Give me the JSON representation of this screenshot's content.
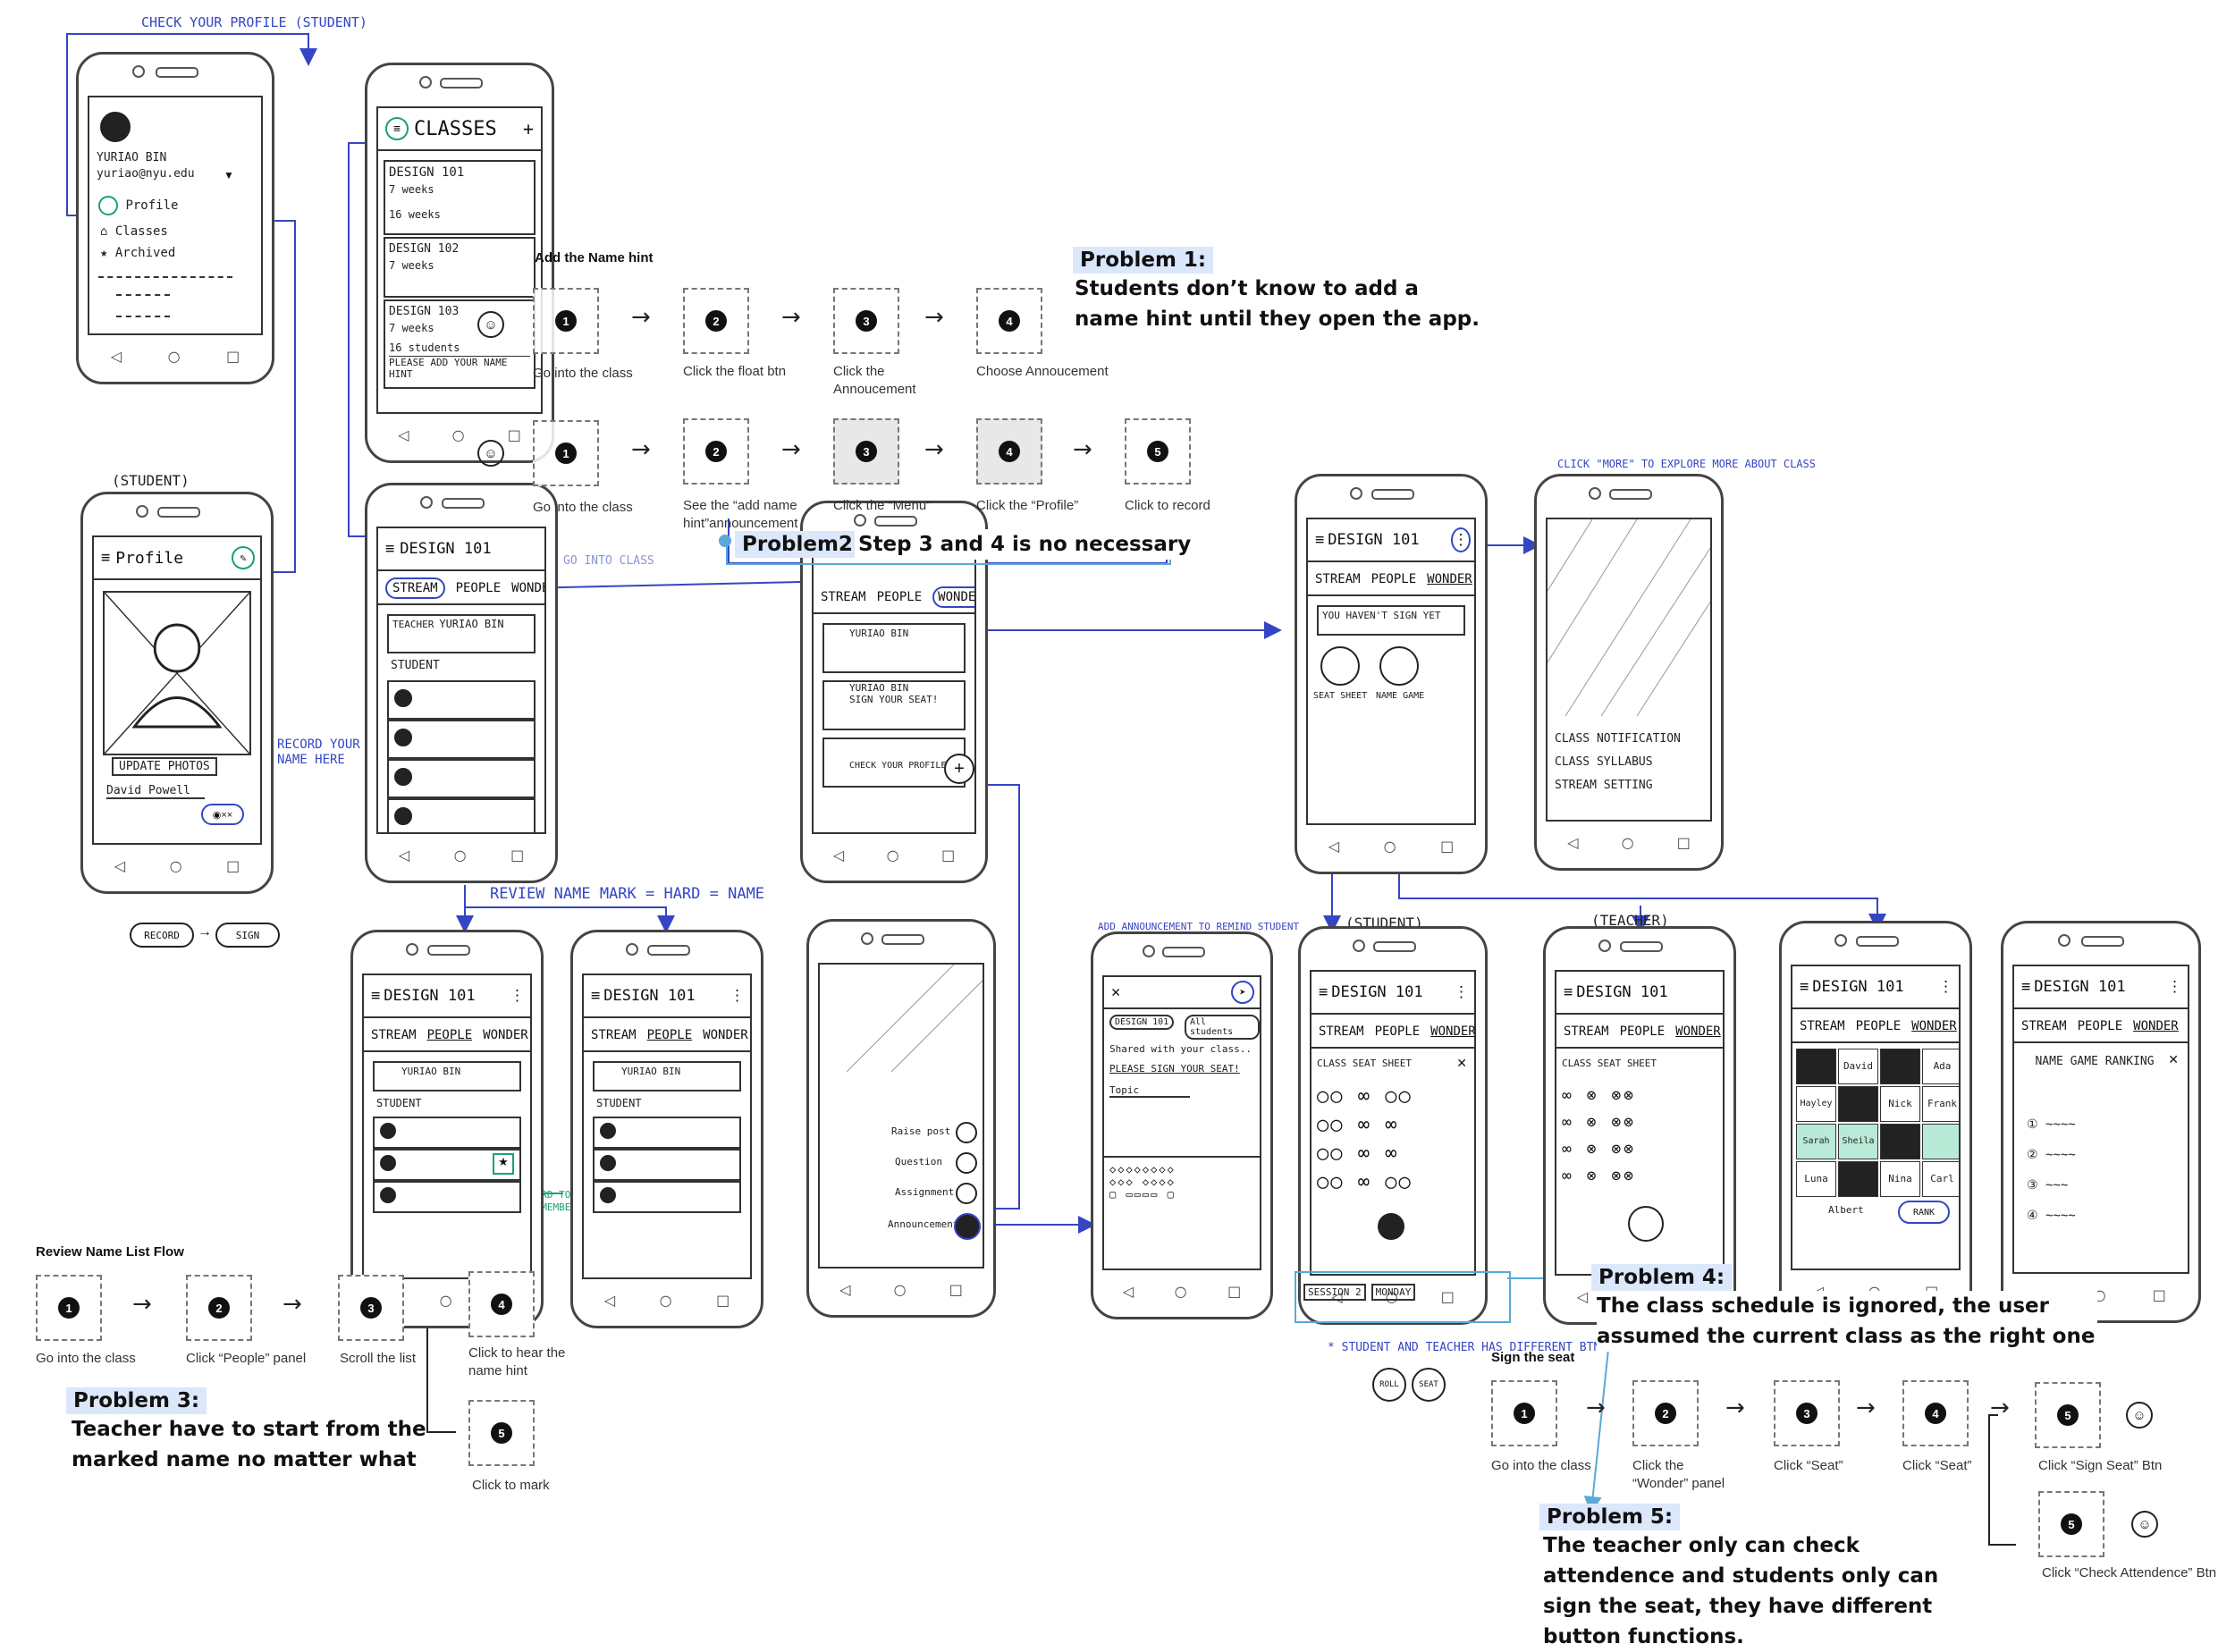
{
  "annotations": {
    "check_profile": "CHECK YOUR PROFILE (STUDENT)",
    "student_label": "(STUDENT)",
    "teacher_label": "(TEACHER)",
    "student2_label": "(STUDENT)",
    "record_hint": "RECORD YOUR NAME HERE",
    "review_mark": "REVIEW NAME MARK = HARD = NAME",
    "click_more": "CLICK \"MORE\" TO EXPLORE MORE ABOUT CLASS",
    "add_announcement": "ADD ANNOUNCEMENT TO REMIND STUDENT",
    "student_teacher_note": "* STUDENT AND TEACHER HAS DIFFERENT BTN",
    "go_into_class": "GO INTO CLASS",
    "hard_note": "HARD TO REMEMBER TOP"
  },
  "sketch_text": {
    "drawer_user": "YURIAO BIN",
    "drawer_email": "yuriao@nyu.edu",
    "drawer_profile": "Profile",
    "drawer_classes": "Classes",
    "drawer_archived": "Archived",
    "classes_title": "CLASSES",
    "class1": "DESIGN 101",
    "class2": "DESIGN 102",
    "class3": "DESIGN 103",
    "weeks7": "7 weeks",
    "weeks16": "16 weeks",
    "students16": "16 students",
    "add_hint": "PLEASE ADD YOUR NAME HINT",
    "profile_title": "Profile",
    "update_photos": "UPDATE PHOTOS",
    "name_sample": "David Powell",
    "design101": "DESIGN 101",
    "stream": "STREAM",
    "people": "PEOPLE",
    "wonder": "WONDER",
    "teacher": "TEACHER",
    "student": "STUDENT",
    "yuriao": "YURIAO BIN",
    "sign_seat": "SIGN YOUR SEAT!",
    "check_profile_short": "CHECK YOUR PROFILE",
    "seat_sheet": "SEAT SHEET",
    "name_game": "NAME GAME",
    "not_signed": "YOU HAVEN'T SIGN YET",
    "class_notification": "CLASS NOTIFICATION",
    "class_syllabus": "CLASS SYLLABUS",
    "stream_setting": "STREAM SETTING",
    "class_seat_sheet": "CLASS SEAT SHEET",
    "name_game_ranking": "NAME GAME RANKING",
    "shared_with_class": "Shared with your class..",
    "please_sign": "PLEASE SIGN YOUR SEAT!",
    "topic": "Topic",
    "design101_chip": "DESIGN 101",
    "all_students": "All students",
    "raise_post": "Raise post",
    "question": "Question",
    "assignment": "Assignment",
    "announcement": "Announcement",
    "session2": "SESSION 2",
    "monday": "MONDAY",
    "record": "RECORD",
    "seat": "SEAT",
    "roll": "ROLL",
    "sign": "SIGN",
    "rank": "RANK",
    "seat_names": [
      "David",
      "Ada",
      "Hayley",
      "Nick",
      "Frank",
      "Sarah",
      "Sheila",
      "Luna",
      "Nina",
      "Carl",
      "Albert"
    ]
  },
  "flows": {
    "name_hint": {
      "title": "Add the  Name hint",
      "student_steps": [
        {
          "n": "1",
          "caption": "Go into the class"
        },
        {
          "n": "2",
          "caption": "Click the float btn"
        },
        {
          "n": "3",
          "caption": "Click the Annoucement"
        },
        {
          "n": "4",
          "caption": "Choose Annoucement"
        }
      ],
      "teacher_steps": [
        {
          "n": "1",
          "caption": "Go into the class"
        },
        {
          "n": "2",
          "caption": "See the “add name hint”announcement"
        },
        {
          "n": "3",
          "caption": "Click the “Menu”"
        },
        {
          "n": "4",
          "caption": "Click the “Profile”"
        },
        {
          "n": "5",
          "caption": "Click to record"
        }
      ]
    },
    "review": {
      "title": "Review Name List Flow",
      "steps": [
        {
          "n": "1",
          "caption": "Go into the class"
        },
        {
          "n": "2",
          "caption": "Click “People” panel"
        },
        {
          "n": "3",
          "caption": "Scroll the list"
        },
        {
          "n": "4",
          "caption": "Click to hear the name hint"
        },
        {
          "n": "5",
          "caption": "Click to mark"
        }
      ]
    },
    "sign_seat": {
      "title": "Sign the seat",
      "steps": [
        {
          "n": "1",
          "caption": "Go into the class"
        },
        {
          "n": "2",
          "caption": "Click the “Wonder” panel"
        },
        {
          "n": "3",
          "caption": "Click “Seat”"
        },
        {
          "n": "4",
          "caption": "Click “Seat”"
        },
        {
          "n": "5",
          "caption": "Click “Sign Seat” Btn"
        },
        {
          "n": "5",
          "caption": "Click “Check Attendence” Btn"
        }
      ]
    }
  },
  "problems": {
    "p1": {
      "title": "Problem 1:",
      "text": "Students don’t know to add a name hint until they open the app."
    },
    "p2": {
      "title": "Problem2:",
      "text": "Step 3 and 4 is no necessary"
    },
    "p3": {
      "title": "Problem 3:",
      "text": "Teacher have to start from the marked name no matter what"
    },
    "p4": {
      "title": "Problem 4:",
      "text": "The class schedule is ignored, the user assumed the current class as the right one"
    },
    "p5": {
      "title": "Problem 5:",
      "text": "The teacher only can check attendence and students only can sign the seat, they have different button functions."
    }
  },
  "icon_names": [
    "student-avatar-icon",
    "teacher-avatar-icon",
    "menu-icon",
    "more-vert-icon",
    "search-icon",
    "plus-icon",
    "speaker-icon",
    "star-icon",
    "microphone-icon",
    "back-nav-icon",
    "home-nav-icon",
    "recents-nav-icon"
  ],
  "colors": {
    "accent_blue": "#3446c4",
    "highlight": "#dbe7fb",
    "connector_cyan": "#5aa9d6",
    "teal_marker": "#1aa07a"
  }
}
